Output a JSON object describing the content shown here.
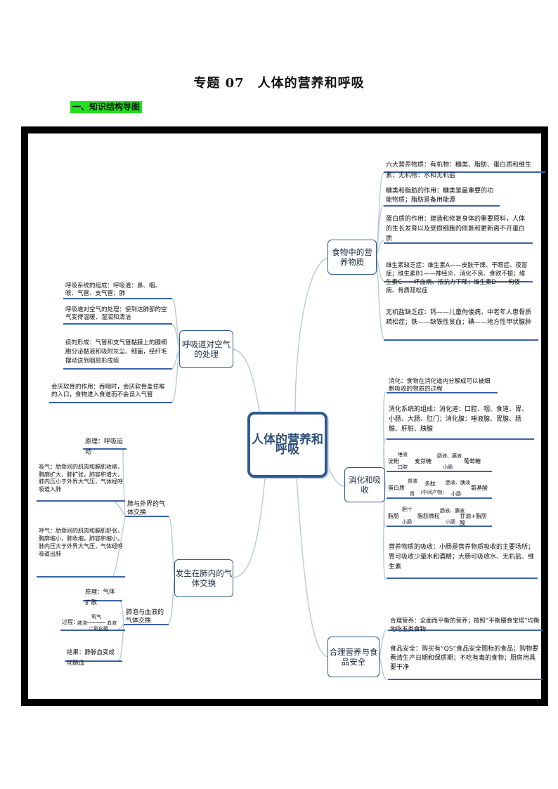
{
  "page_title": "专题 07　人体的营养和呼吸",
  "section_heading": "一、知识结构导图",
  "center": "人体的营养和呼吸",
  "branches": {
    "food": "食物中的营养物质",
    "digest": "消化和吸收",
    "safety": "合理营养与食品安全",
    "airway": "呼吸道对空气的处理",
    "exchange": "发生在肺内的气体交换"
  },
  "subbranches": {
    "lung_out": "肺与外界的气体交换",
    "lung_blood": "肺泡与血液的气体交换"
  },
  "leaves": {
    "food_1": "六大营养物质：有机物：糖类、脂肪、蛋白质和维生素；无机物：水和无机盐",
    "food_2": "糖类和脂肪的作用：糖类是最重要的功能物质；脂肪是备用能源",
    "food_3": "蛋白质的作用：建造和修复身体的重要原料，人体的生长发育以及受损细胞的修复和更新离不开蛋白质",
    "food_4": "维生素缺乏症：维生素A——皮肤干燥、干眼症、夜盲症；维生素B1——神经炎、消化不良、食欲不振；维生素C——坏血病、抵抗力下降；维生素D——佝偻病、骨质疏松症",
    "food_5": "无机盐缺乏症：钙——儿童佝偻病，中老年人患骨质疏松症；铁——缺铁性贫血；碘——地方性甲状腺肿",
    "digest_1": "消化：食物在消化道内分解成可以被细胞吸收的物质的过程",
    "digest_2": "消化系统的组成：消化道：口腔、咽、食道、胃、小肠、大肠、肛门；消化腺：唾液腺、胃腺、肠腺、肝脏、胰腺",
    "digest_3": "营养物质的吸收：小肠是营养物质吸收的主要场所；胃可吸收少量水和酒精；大肠可吸收水、无机盐、维生素",
    "safety_1": "合理营养：全面而平衡的营养；按照“平衡膳食宝塔”均衡地吃五类食物",
    "safety_2": "食品安全：购买有“QS”食品安全图标的食品；购物要看清生产日期和保质期；不吃有毒的食物；厨房用具要干净",
    "airway_1": "呼吸系统的组成：呼吸道：鼻、咽、喉、气管、支气管；肺",
    "airway_2": "呼吸道对空气的处理：使到达肺部的空气变得温暖、湿润和清洁",
    "airway_3": "痰的形成：气管和支气管黏膜上的腺细胞分泌黏液和吸附灰尘、细菌，经纤毛摆动送到咽部形成痰",
    "airway_4": "会厌软骨的作用：吞咽时，会厌软骨盖住喉的入口，食物进入食道而不会误入气管",
    "ex_1": "原理：呼吸运动",
    "ex_2": "吸气：肋骨间的肌肉和膈肌收缩，胸廓扩大，肺扩张，肺容积增大，肺内压小于外界大气压，气体经呼吸道入肺",
    "ex_3": "呼气：肋骨间的肌肉和膈肌舒张，胸廓缩小，肺收缩，肺容积缩小，肺内压大于外界大气压，气体经呼吸道出肺",
    "ex_4": "原理：气体扩散",
    "ex_5_label": "过程：",
    "ex_5_left": "肺泡",
    "ex_5_top": "氧气",
    "ex_5_bottom": "二氧化碳",
    "ex_5_right": "血液",
    "ex_6": "结果：静脉血变成动脉血"
  },
  "digest_flows": {
    "starch": {
      "label": "淀粉",
      "a_top": "唾液",
      "a_bot": "口腔",
      "mid": "麦芽糖",
      "b_top": "肠液、胰液",
      "b_bot": "小肠",
      "end": "葡萄糖"
    },
    "protein": {
      "label": "蛋白质",
      "a_top": "胃液",
      "a_bot": "胃",
      "mid": "多肽",
      "mid2": "（中间产物）",
      "b_top": "肠液、胰液",
      "b_bot": "小肠",
      "end": "氨基酸"
    },
    "fat": {
      "label": "脂肪",
      "a_top": "胆汁",
      "a_bot": "小肠",
      "mid": "脂肪微粒",
      "b_top": "肠液、胰液",
      "b_bot": "小肠",
      "end": "甘油+脂肪酸"
    }
  },
  "colors": {
    "accent": "#2f5a8c",
    "leaf_rule": "#3a63a8",
    "heading_bg": "#21e01b"
  }
}
